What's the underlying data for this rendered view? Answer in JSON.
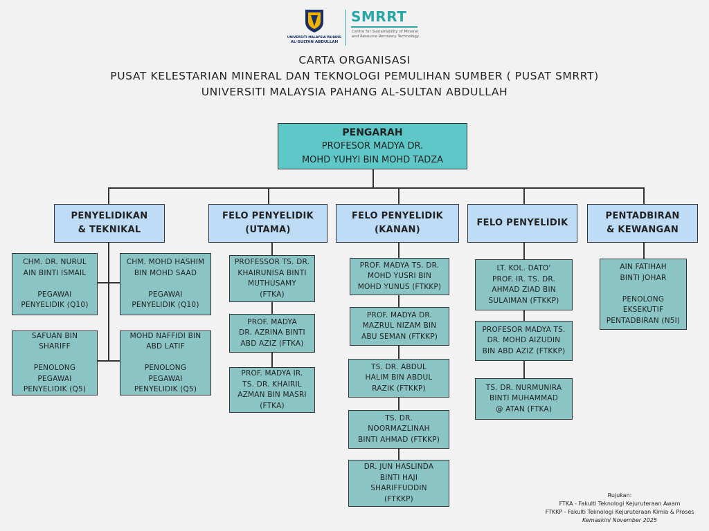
{
  "logo": {
    "university_line1": "UNIVERSITI MALAYSIA PAHANG",
    "university_line2": "AL-SULTAN ABDULLAH",
    "centre_name": "SMRRT",
    "centre_tag1": "Centre for Sustainability of Mineral",
    "centre_tag2": "and Resource Recovery Technology"
  },
  "title": {
    "line1": "CARTA ORGANISASI",
    "line2": "PUSAT KELESTARIAN MINERAL DAN TEKNOLOGI PEMULIHAN SUMBER ( PUSAT SMRRT)",
    "line3": "UNIVERSITI MALAYSIA PAHANG AL-SULTAN ABDULLAH"
  },
  "director": {
    "role": "PENGARAH",
    "name1": "PROFESOR MADYA DR.",
    "name2": "MOHD YUHYI BIN MOHD TADZA"
  },
  "departments": [
    {
      "line1": "PENYELIDIKAN",
      "line2": "& TEKNIKAL"
    },
    {
      "line1": "FELO PENYELIDIK",
      "line2": "(UTAMA)"
    },
    {
      "line1": "FELO PENYELIDIK",
      "line2": "(KANAN)"
    },
    {
      "line1": "FELO PENYELIDIK",
      "line2": ""
    },
    {
      "line1": "PENTADBIRAN",
      "line2": "& KEWANGAN"
    }
  ],
  "people": {
    "tech": [
      {
        "lines": [
          "CHM. DR. NURUL",
          "AIN BINTI ISMAIL",
          "",
          "PEGAWAI",
          "PENYELIDIK (Q10)"
        ]
      },
      {
        "lines": [
          "CHM. MOHD HASHIM",
          "BIN MOHD SAAD",
          "",
          "PEGAWAI",
          "PENYELIDIK (Q10)"
        ]
      },
      {
        "lines": [
          "SAFUAN BIN",
          "SHARIFF",
          "",
          "PENOLONG",
          "PEGAWAI",
          "PENYELIDIK (Q5)"
        ]
      },
      {
        "lines": [
          "MOHD NAFFIDI BIN",
          "ABD LATIF",
          "",
          "PENOLONG",
          "PEGAWAI",
          "PENYELIDIK (Q5)"
        ]
      }
    ],
    "utama": [
      {
        "lines": [
          "PROFESSOR TS. DR.",
          "KHAIRUNISA BINTI",
          "MUTHUSAMY",
          "(FTKA)"
        ]
      },
      {
        "lines": [
          "PROF. MADYA",
          "DR. AZRINA BINTI",
          "ABD AZIZ (FTKA)"
        ]
      },
      {
        "lines": [
          "PROF. MADYA IR.",
          "TS. DR. KHAIRIL",
          "AZMAN BIN MASRI",
          "(FTKA)"
        ]
      }
    ],
    "kanan": [
      {
        "lines": [
          "PROF. MADYA TS. DR.",
          "MOHD YUSRI BIN",
          "MOHD YUNUS (FTKKP)"
        ]
      },
      {
        "lines": [
          "PROF. MADYA DR.",
          "MAZRUL NIZAM BIN",
          "ABU SEMAN (FTKKP)"
        ]
      },
      {
        "lines": [
          "TS. DR. ABDUL",
          "HALIM BIN ABDUL",
          "RAZIK (FTKKP)"
        ]
      },
      {
        "lines": [
          "TS. DR.",
          "NOORMAZLINAH",
          "BINTI AHMAD (FTKKP)"
        ]
      },
      {
        "lines": [
          "DR. JUN HASLINDA",
          "BINTI HAJI",
          "SHARIFFUDDIN",
          "(FTKKP)"
        ]
      }
    ],
    "felo": [
      {
        "lines": [
          "LT. KOL. DATO'",
          "PROF. IR. TS. DR.",
          "AHMAD ZIAD BIN",
          "SULAIMAN (FTKKP)"
        ]
      },
      {
        "lines": [
          "PROFESOR MADYA TS.",
          "DR. MOHD AIZUDIN",
          "BIN ABD AZIZ (FTKKP)"
        ]
      },
      {
        "lines": [
          "TS. DR. NURMUNIRA",
          "BINTI MUHAMMAD",
          "@ ATAN (FTKA)"
        ]
      }
    ],
    "admin": [
      {
        "lines": [
          "AIN FATIHAH",
          "BINTI JOHAR",
          "",
          "PENOLONG",
          "EKSEKUTIF",
          "PENTADBIRAN (N5I)"
        ]
      }
    ]
  },
  "reference": {
    "heading": "Rujukan:",
    "ftka": "FTKA - Fakulti Teknologi Kejuruteraan Awam",
    "ftkkp": "FTKKP - Fakulti Teknologi Kejuruteraan Kimia & Proses",
    "updated": "Kemaskini November 2025"
  },
  "colors": {
    "director_fill": "#5ec8c8",
    "department_fill": "#bedcf6",
    "person_fill": "#8ac4c4",
    "logo_teal": "#2aa6a6",
    "logo_navy": "#1a2f66",
    "logo_gold": "#f0b400"
  }
}
